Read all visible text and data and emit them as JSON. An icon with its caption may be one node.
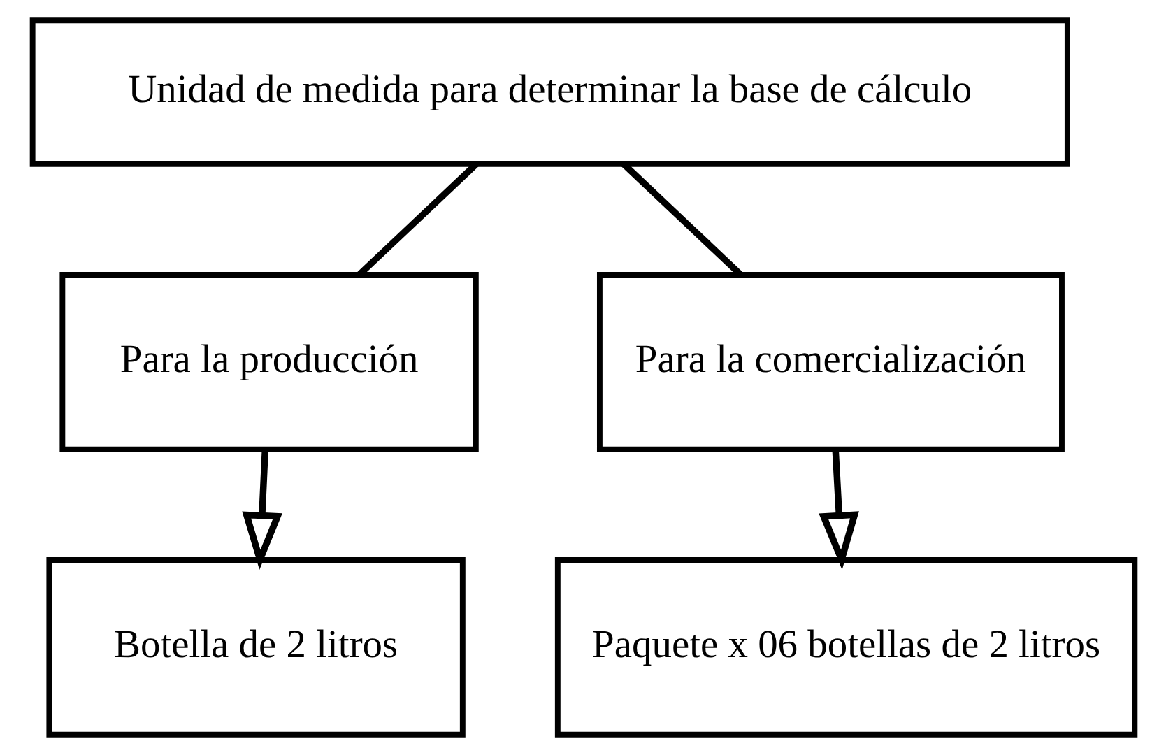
{
  "diagram": {
    "nodes": [
      {
        "text": [
          "Unidad de medida para determinar la base de cálculo"
        ]
      },
      {
        "text": [
          "Para la producción"
        ]
      },
      {
        "text": [
          "Para la comercialización"
        ]
      },
      {
        "text": [
          "Botella de 2 litros"
        ]
      },
      {
        "text": [
          "Paquete x 06 botellas de 2 litros"
        ]
      }
    ],
    "edges": [
      {
        "from": 0,
        "to": 1,
        "arrow": "none"
      },
      {
        "from": 0,
        "to": 2,
        "arrow": "none"
      },
      {
        "from": 1,
        "to": 3,
        "arrow": "to"
      },
      {
        "from": 2,
        "to": 4,
        "arrow": "to"
      }
    ]
  }
}
